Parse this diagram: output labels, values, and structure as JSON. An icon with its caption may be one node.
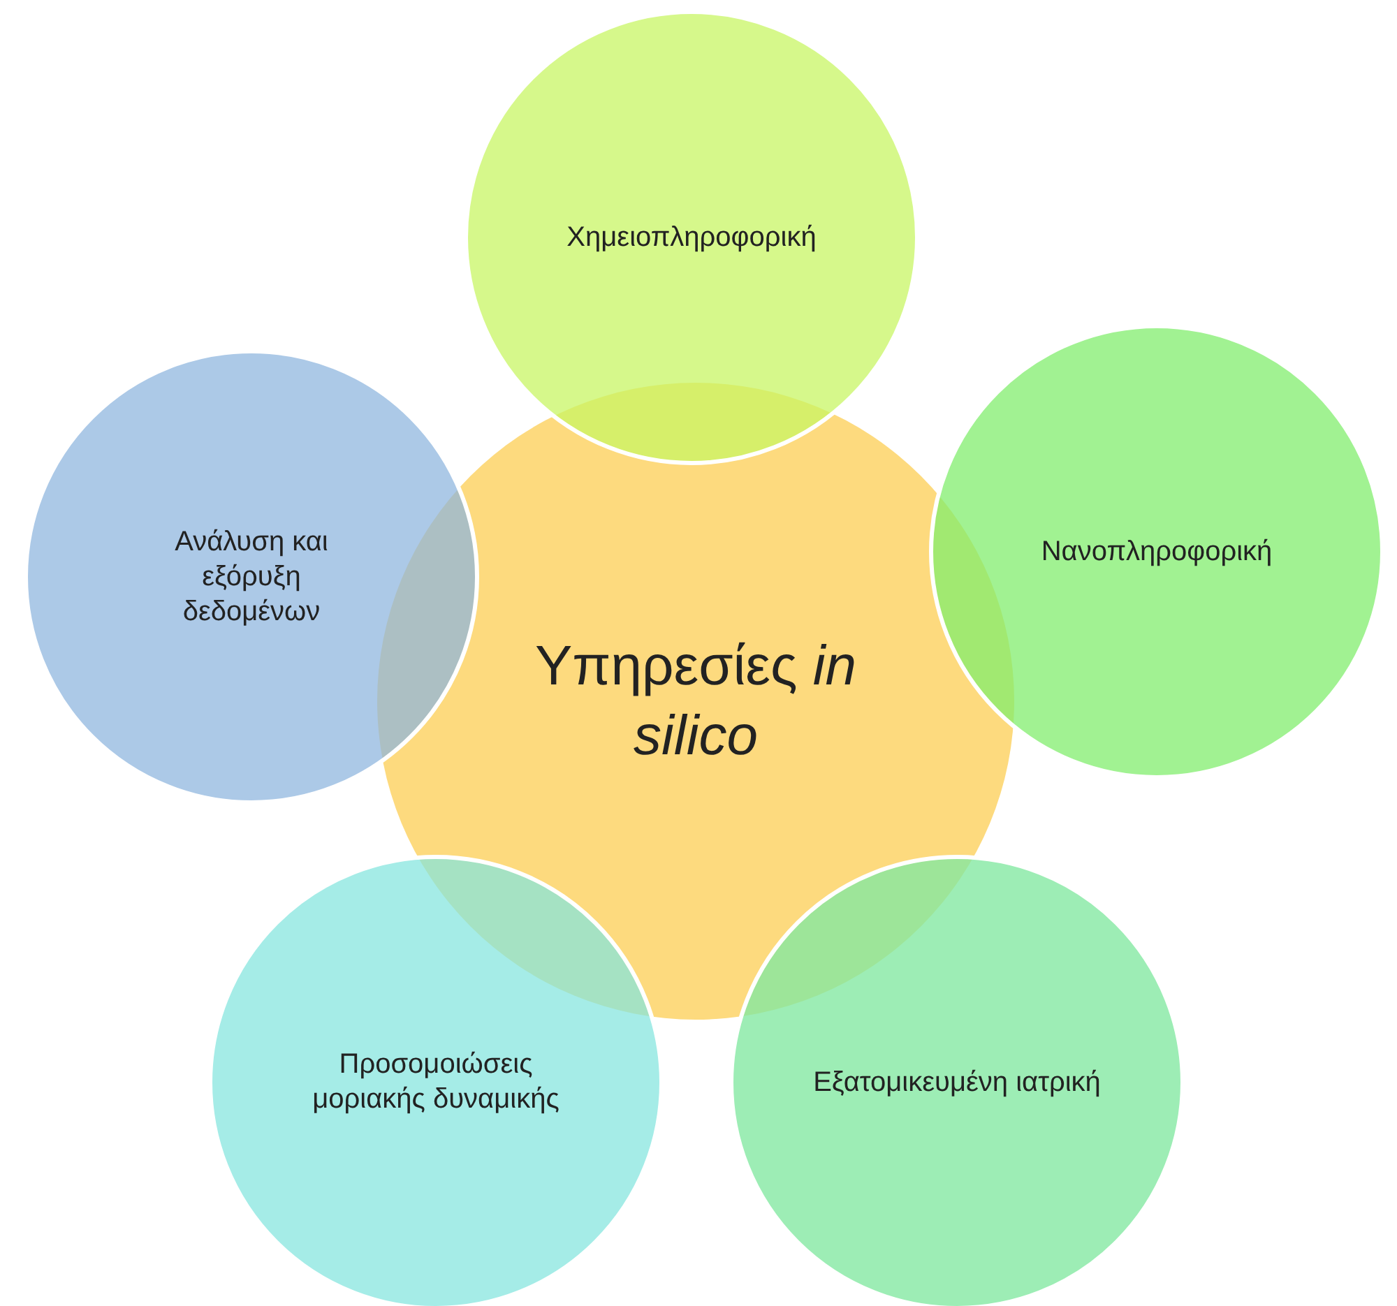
{
  "diagram": {
    "nodes": [
      {
        "text": [
          "Υπηρεσίες *in silico*"
        ]
      },
      {
        "text": [
          "Χημειοπληροφορική"
        ]
      },
      {
        "text": [
          "Νανοπληροφορική"
        ]
      },
      {
        "text": [
          "Εξατομικευμένη ιατρική"
        ]
      },
      {
        "text": [
          "Προσομοιώσεις μοριακής δυναμικής"
        ]
      },
      {
        "text": [
          "Ανάλυση και εξόρυξη δεδομένων"
        ]
      }
    ]
  }
}
